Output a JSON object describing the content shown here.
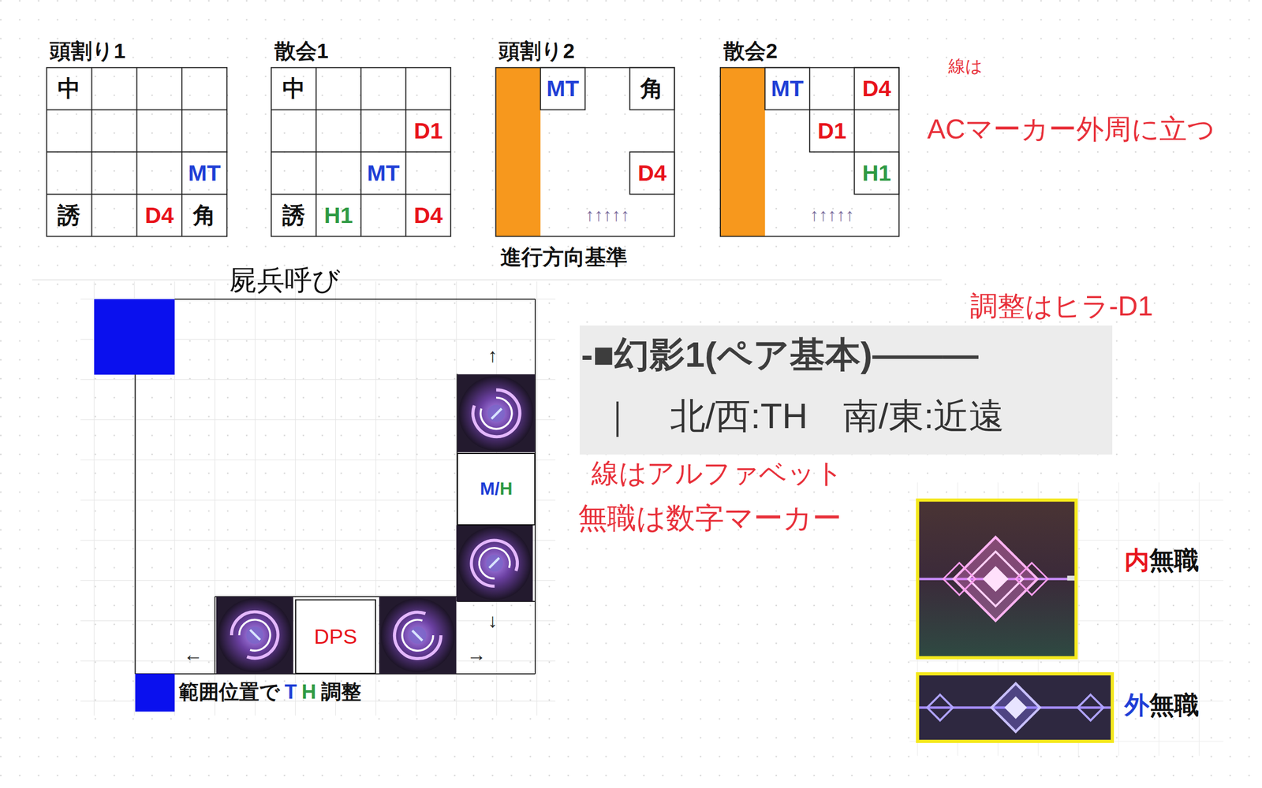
{
  "diagram": {
    "nodes": [
      {
        "text": [
          "頭割り1"
        ]
      },
      {
        "text": [
          "散会1"
        ]
      },
      {
        "text": [
          "頭割り2"
        ]
      },
      {
        "text": [
          "散会2"
        ]
      },
      {
        "text": [
          "M",
          "/",
          "H"
        ]
      },
      {
        "text": [
          "DPS"
        ]
      },
      {
        "text": [
          "-■幻影1(ペア基本)———",
          "｜　北/西:TH　南/東:近遠"
        ]
      }
    ],
    "labels": [
      "中",
      "MT",
      "誘",
      "D4",
      "角",
      "中",
      "D1",
      "MT",
      "誘",
      "H1",
      "D4",
      "MT",
      "角",
      "D4",
      "↑↑↑↑↑",
      "進行方向基準",
      "MT",
      "D4",
      "D1",
      "H1",
      "↑↑↑↑↑",
      "線は",
      "ACマーカー外周に立つ",
      "屍兵呼び",
      "調整はヒラ-D1",
      "線はアルファベット",
      "無職は数字マーカー",
      "↑",
      "↓",
      "←",
      "→",
      "範囲位置で",
      "T",
      "H",
      "調整",
      "内",
      "無職",
      "外",
      "無職"
    ]
  }
}
